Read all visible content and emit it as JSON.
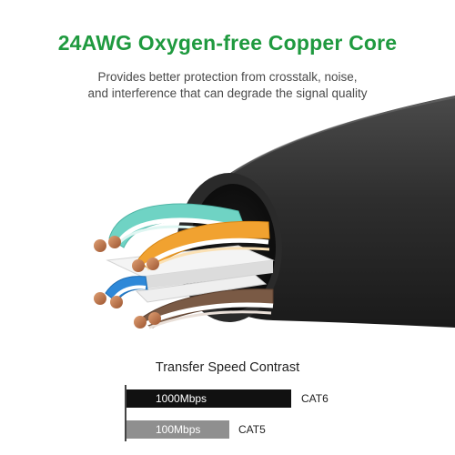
{
  "headline": "24AWG Oxygen-free Copper Core",
  "description": {
    "line1": "Provides better protection from crosstalk, noise,",
    "line2": "and interference that can degrade the signal quality"
  },
  "colors": {
    "headline": "#1f9a3f",
    "cable_jacket": "#2e2e2e",
    "wire_teal": "#6fd3c4",
    "wire_orange": "#f1a230",
    "wire_blue": "#2e88d8",
    "wire_brown": "#7a5a45",
    "copper": "#c57a4e",
    "bar_cat6": "#111111",
    "bar_cat5": "#8f8f8f"
  },
  "speed_comparison": {
    "title": "Transfer Speed Contrast",
    "bars": [
      {
        "value_label": "1000Mbps",
        "category": "CAT6",
        "speed_mbps": 1000
      },
      {
        "value_label": "100Mbps",
        "category": "CAT5",
        "speed_mbps": 100
      }
    ]
  }
}
